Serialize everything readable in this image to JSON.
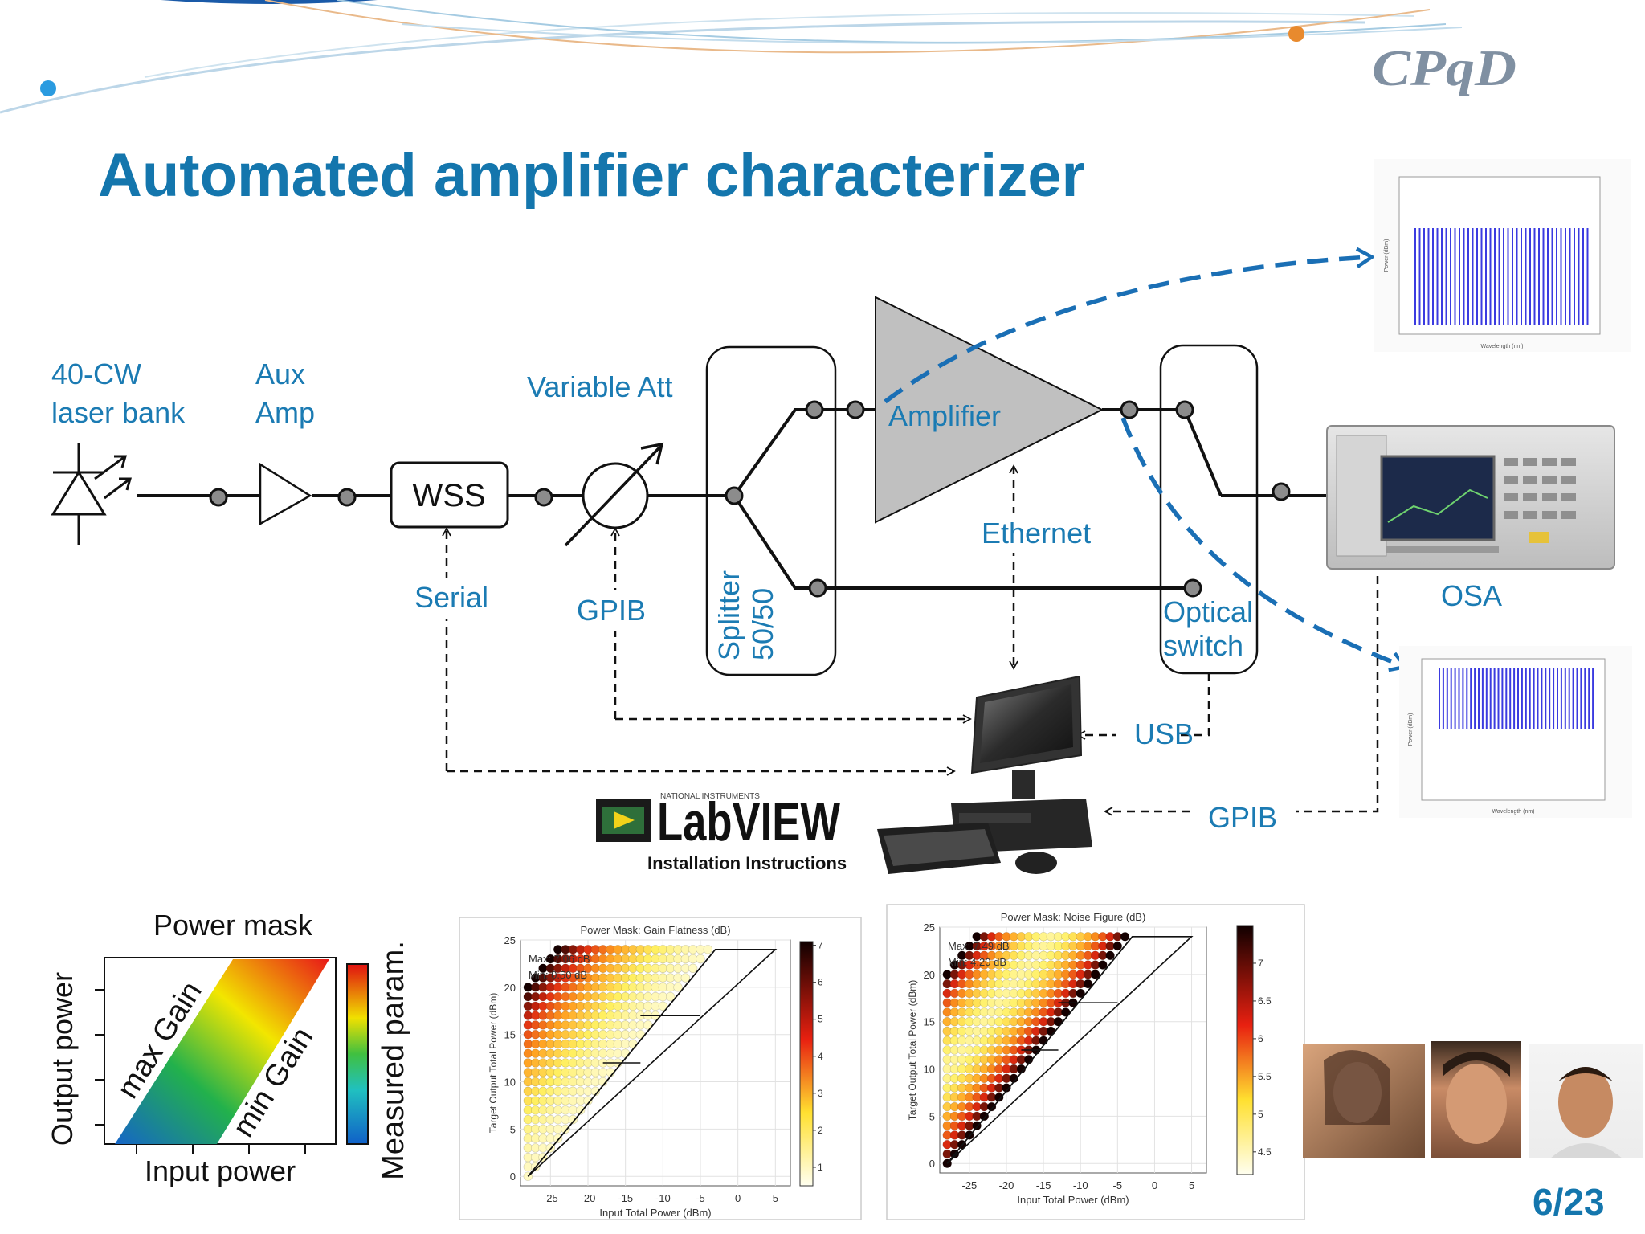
{
  "slide": {
    "title": "Automated amplifier characterizer",
    "page_number": "6/23",
    "logo_text": "CPqD"
  },
  "colors": {
    "title": "#1476ad",
    "label": "#1b7bb3",
    "accent_orange": "#e88a2e",
    "accent_blue": "#2a9be0",
    "amplifier_fill": "#c0c0c0"
  },
  "setup": {
    "laser_label": [
      "40-CW",
      "laser bank"
    ],
    "aux_amp_label": [
      "Aux",
      "Amp"
    ],
    "wss_label": "WSS",
    "att_label": "Variable Att",
    "splitter_label": [
      "Splitter",
      "50/50"
    ],
    "amplifier_label": "Amplifier",
    "switch_label": [
      "Optical",
      "switch"
    ],
    "osa_label": "OSA",
    "links": {
      "serial": "Serial",
      "gpib_att": "GPIB",
      "ethernet": "Ethernet",
      "usb": "USB",
      "gpib_osa": "GPIB"
    }
  },
  "labview": {
    "brand": "LabVIEW",
    "subtitle": "Installation Instructions",
    "maker": "NATIONAL INSTRUMENTS"
  },
  "power_mask": {
    "title": "Power mask",
    "xlabel": "Input power",
    "ylabel": "Output power",
    "colorbar_label": "Measured param.",
    "max_label": "max Gain",
    "min_label": "min Gain"
  },
  "spectra": {
    "top": {
      "ylabel": "Power (dBm)",
      "xlabel": "Wavelength (nm)"
    },
    "bottom": {
      "ylabel": "Power (dBm)",
      "xlabel": "Wavelength (nm)"
    }
  },
  "chart_data": [
    {
      "type": "heatmap",
      "title": "Power Mask: Gain Flatness (dB)",
      "xlabel": "Input Total Power (dBm)",
      "ylabel": "Target Output Total Power (dBm)",
      "xlim": [
        -29,
        7
      ],
      "ylim": [
        -1,
        25
      ],
      "xticks": [
        -25,
        -20,
        -15,
        -10,
        -5,
        0,
        5
      ],
      "yticks": [
        0,
        5,
        10,
        15,
        20,
        25
      ],
      "colorbar_ticks": [
        1,
        2,
        3,
        4,
        5,
        6,
        7
      ],
      "colorbar_range": [
        0.5,
        7.1
      ],
      "max_text": "Max: 7.06 dB",
      "min_text": "Min: 0.50 dB",
      "mask": {
        "x_range": [
          -28,
          5
        ],
        "y_lower_offset": 0,
        "y_upper_offset": 20,
        "y_max": 24
      }
    },
    {
      "type": "heatmap",
      "title": "Power Mask: Noise Figure (dB)",
      "xlabel": "Input Total Power (dBm)",
      "ylabel": "Target Output Total Power (dBm)",
      "xlim": [
        -29,
        7
      ],
      "ylim": [
        -1,
        25
      ],
      "xticks": [
        -25,
        -20,
        -15,
        -10,
        -5,
        0,
        5
      ],
      "yticks": [
        0,
        5,
        10,
        15,
        20,
        25
      ],
      "colorbar_ticks": [
        4.5,
        5,
        5.5,
        6,
        6.5,
        7
      ],
      "colorbar_range": [
        4.2,
        7.5
      ],
      "max_text": "Max: 7.49 dB",
      "min_text": "Min: 4.20 dB",
      "mask": {
        "x_range": [
          -28,
          5
        ],
        "y_lower_offset": 0,
        "y_upper_offset": 20,
        "y_max": 24
      }
    }
  ]
}
